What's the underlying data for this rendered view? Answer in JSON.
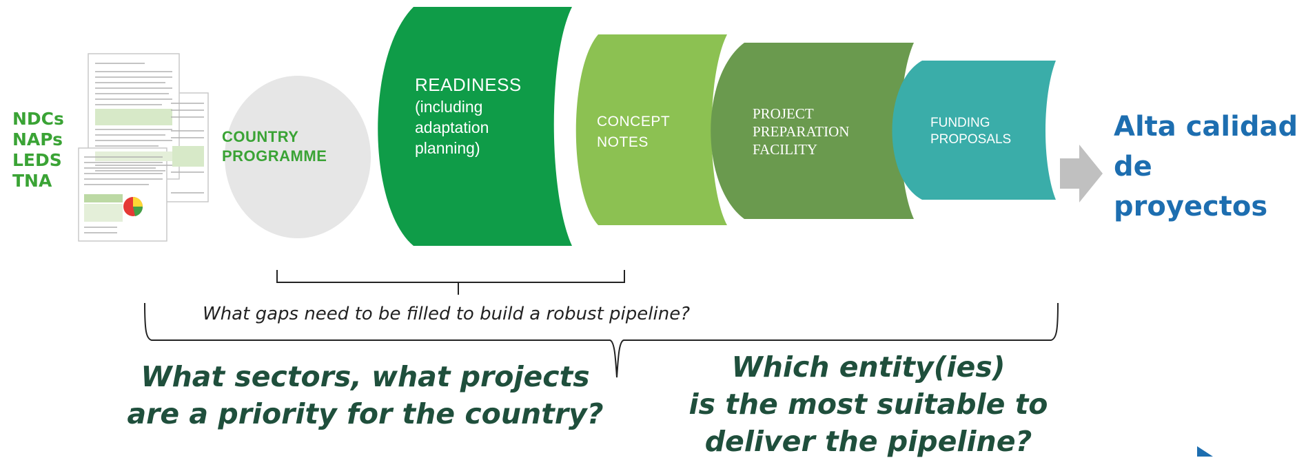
{
  "inputs": [
    "NDCs",
    "NAPs",
    "LEDS",
    "TNA"
  ],
  "stages": {
    "country_programme": "COUNTRY\nPROGRAMME",
    "readiness_title": "READINESS",
    "readiness_sub": "(including\nadaptation\nplanning)",
    "concept_notes": "CONCEPT\nNOTES",
    "ppf": "PROJECT\nPREPARATION\nFACILITY",
    "funding_proposals": "FUNDING\nPROPOSALS"
  },
  "outcome": "Alta calidad\nde proyectos",
  "questions": {
    "gaps": "What gaps need to be filled to build a robust pipeline?",
    "sectors": "What sectors, what projects\nare a priority for the country?",
    "entity": "Which entity(ies)\nis the most suitable to\ndeliver the pipeline?"
  },
  "colors": {
    "green_label": "#3aa335",
    "readiness": "#0f9c48",
    "concept": "#8cc152",
    "ppf": "#6a9a4e",
    "funding": "#3aada9",
    "outcome_blue": "#1d6eb0",
    "question_dark": "#1f4f3c"
  }
}
